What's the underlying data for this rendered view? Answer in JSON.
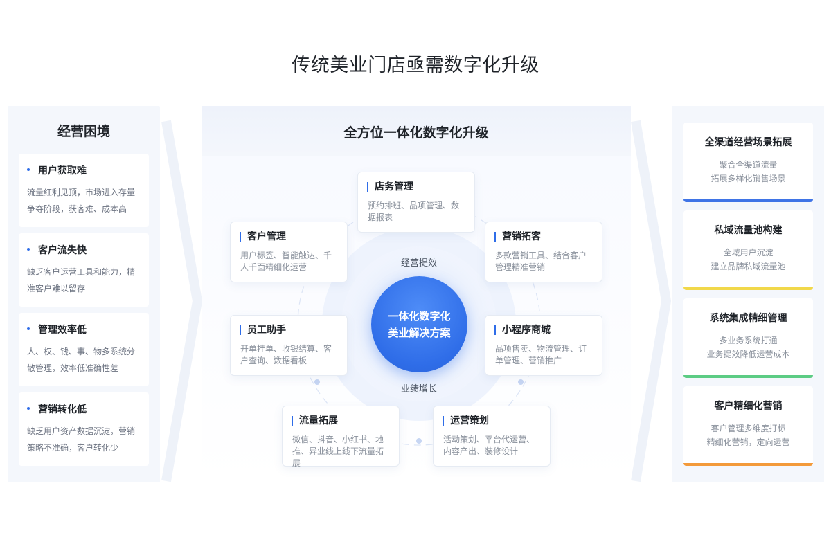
{
  "page_title": "传统美业门店亟需数字化升级",
  "left": {
    "title": "经营困境",
    "cards": [
      {
        "title": "用户获取难",
        "desc": "流量红利见顶，市场进入存量争夺阶段，获客难、成本高"
      },
      {
        "title": "客户流失快",
        "desc": "缺乏客户运营工具和能力，精准客户难以留存"
      },
      {
        "title": "管理效率低",
        "desc": "人、权、钱、事、物多系统分散管理，效率低准确性差"
      },
      {
        "title": "营销转化低",
        "desc": "缺乏用户资产数据沉淀，营销策略不准确，客户转化少"
      }
    ]
  },
  "center": {
    "title": "全方位一体化数字化升级",
    "core_line1": "一体化数字化",
    "core_line2": "美业解决方案",
    "orbit_top": "经营提效",
    "orbit_bottom": "业绩增长",
    "modules": {
      "store": {
        "title": "店务管理",
        "desc": "预约排班、品项管理、数据报表"
      },
      "customer": {
        "title": "客户管理",
        "desc": "用户标签、智能触达、千人千面精细化运营"
      },
      "marketing": {
        "title": "营销拓客",
        "desc": "多款营销工具、结合客户管理精准营销"
      },
      "staff": {
        "title": "员工助手",
        "desc": "开单挂单、收银结算、客户查询、数据看板"
      },
      "mall": {
        "title": "小程序商城",
        "desc": "品项售卖、物流管理、订单管理、营销推广"
      },
      "traffic": {
        "title": "流量拓展",
        "desc": "微信、抖音、小红书、地推、异业线上线下流量拓展"
      },
      "ops": {
        "title": "运营策划",
        "desc": "活动策划、平台代运营、内容产出、装修设计"
      }
    }
  },
  "right": {
    "cards": [
      {
        "title": "全渠道经营场景拓展",
        "line1": "聚合全渠道流量",
        "line2": "拓展多样化销售场景",
        "color": "#3f74e6"
      },
      {
        "title": "私域流量池构建",
        "line1": "全域用户沉淀",
        "line2": "建立品牌私域流量池",
        "color": "#f1d84a"
      },
      {
        "title": "系统集成精细管理",
        "line1": "多业务系统打通",
        "line2": "业务提效降低运营成本",
        "color": "#5ccc84"
      },
      {
        "title": "客户精细化营销",
        "line1": "客户管理多维度打标",
        "line2": "精细化营销，定向运营",
        "color": "#f39a3a"
      }
    ]
  }
}
